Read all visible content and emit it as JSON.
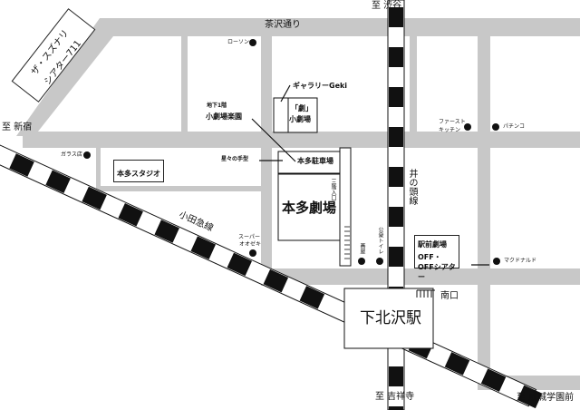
{
  "colors": {
    "road": "#c8c8c8",
    "rail": "#111111",
    "background": "#ffffff"
  },
  "directions": {
    "shibuya": "至 渋谷",
    "shinjuku": "至 新宿",
    "kichijoji": "至 吉祥寺",
    "seijogakuenmae": "至 成城学園前"
  },
  "streets": {
    "chazawa": "茶沢通り"
  },
  "railways": {
    "odakyu": "小田急線",
    "inokashira": "井の頭線"
  },
  "station": {
    "name": "下北沢駅",
    "south_exit": "南口"
  },
  "theaters": {
    "suzunari_line1": "ザ・スズナリ",
    "suzunari_line2": "シアター711",
    "gallery_geki": "ギャラリーGeki",
    "geki_line1": "「劇」",
    "geki_line2": "小劇場",
    "rakuen_floor": "地下1階",
    "rakuen_name": "小劇場楽園",
    "honda_studio": "本多スタジオ",
    "honda_theater": "本多劇場",
    "honda_parking": "本多駐車場",
    "ekimae_line1": "駅前劇場",
    "ekimae_line2": "OFF・OFFシアター",
    "entrance": "三階入口"
  },
  "landmarks": {
    "lawson": "ローソン",
    "glass_shop": "ガラス店",
    "handprints": "星々の手型",
    "supermarket_line1": "スーパー",
    "supermarket_line2": "オオゼキ",
    "first_kitchen_line1": "ファースト",
    "first_kitchen_line2": "キッチン",
    "pachinko": "パチンコ",
    "mcdonalds": "マクドナルド",
    "soba": "蕎屋",
    "public_toilet": "公衆トイレ"
  }
}
